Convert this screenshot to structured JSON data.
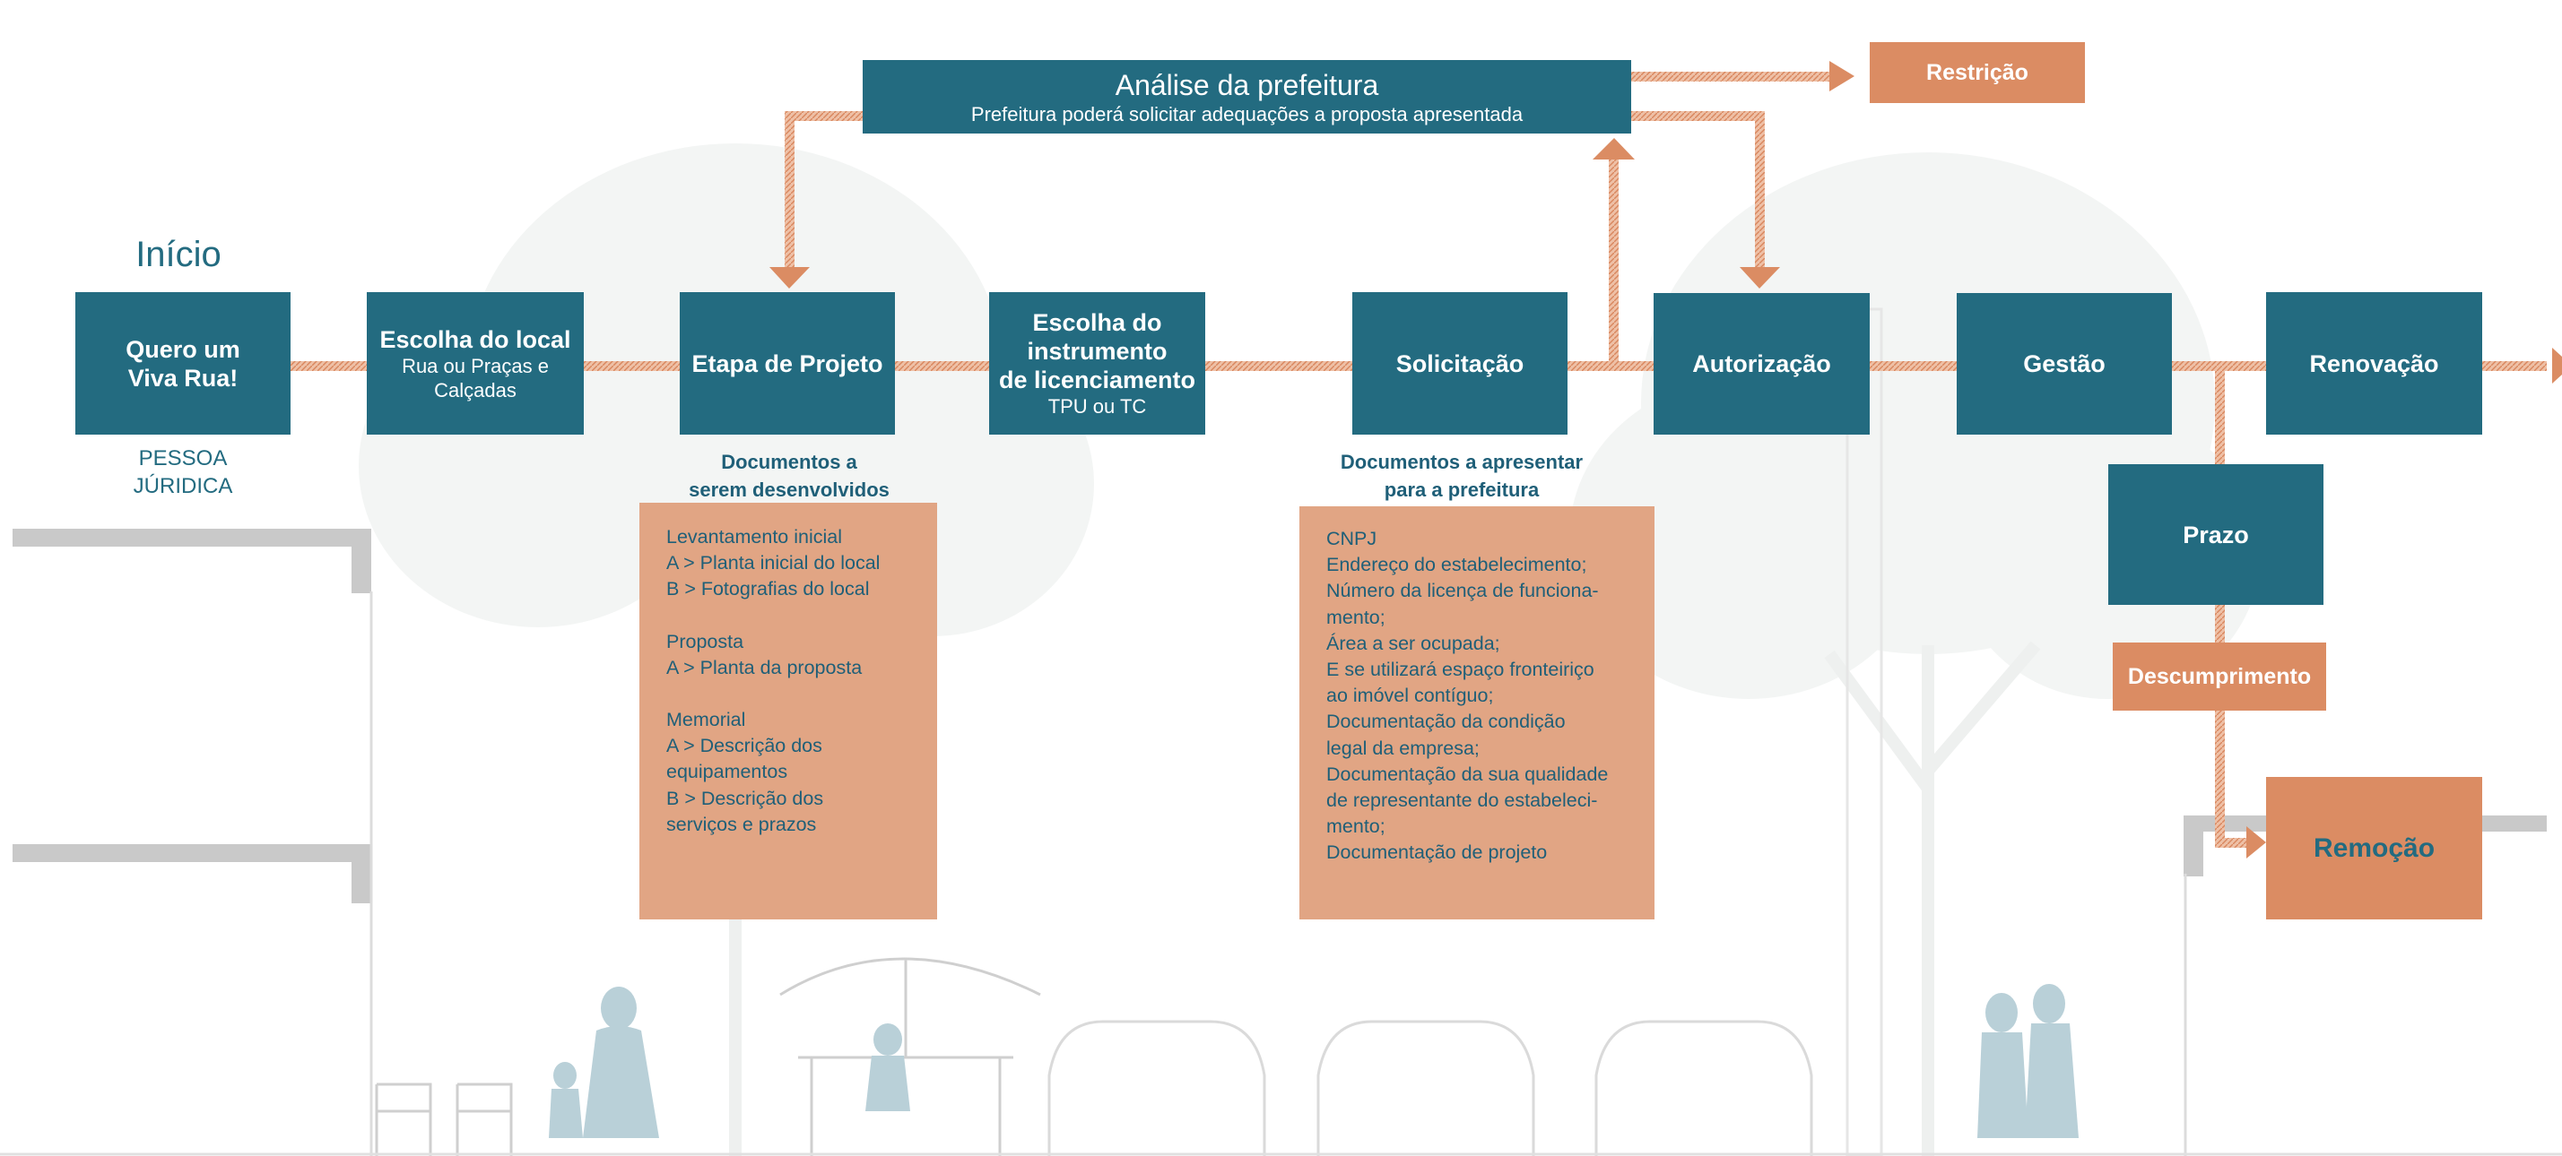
{
  "inicio": "Início",
  "pessoa_juridica": "PESSOA\nJÚRIDICA",
  "analise": {
    "title": "Análise da prefeitura",
    "subtitle": "Prefeitura poderá solicitar adequações a proposta apresentada"
  },
  "restricao": "Restrição",
  "steps": {
    "quero": "Quero um\nViva Rua!",
    "escolha_local": {
      "title": "Escolha do local",
      "sub": "Rua ou Praças e\nCalçadas"
    },
    "etapa_projeto": "Etapa de Projeto",
    "escolha_instrumento": {
      "title": "Escolha do\ninstrumento\nde licenciamento",
      "sub": "TPU ou TC"
    },
    "solicitacao": "Solicitação",
    "autorizacao": "Autorização",
    "gestao": "Gestão",
    "renovacao": "Renovação",
    "prazo": "Prazo"
  },
  "descumprimento": "Descumprimento",
  "remocao": "Remoção",
  "docs_desenvolvidos": {
    "heading": "Documentos a\nserem desenvolvidos",
    "lines": [
      "Levantamento inicial",
      "A > Planta inicial do local",
      "B > Fotografias do local",
      "",
      "Proposta",
      "A > Planta da proposta",
      "",
      "Memorial",
      "A > Descrição dos",
      "equipamentos",
      "B > Descrição dos",
      "serviços e prazos"
    ]
  },
  "docs_apresentar": {
    "heading": "Documentos a apresentar\npara a prefeitura",
    "lines": [
      "CNPJ",
      "Endereço do estabelecimento;",
      "Número da licença de funciona-",
      "mento;",
      "Área a ser ocupada;",
      "E se utilizará espaço fronteiriço",
      "ao imóvel contíguo;",
      "Documentação da condição",
      "legal da empresa;",
      "Documentação da sua qualidade",
      "de representante do estabeleci-",
      "mento;",
      "Documentação de projeto"
    ]
  },
  "colors": {
    "teal": "#236b80",
    "orange": "#db8c63",
    "light_orange": "#e1a584",
    "connector": "#e6ad8f",
    "text_teal": "#1f6a80"
  }
}
